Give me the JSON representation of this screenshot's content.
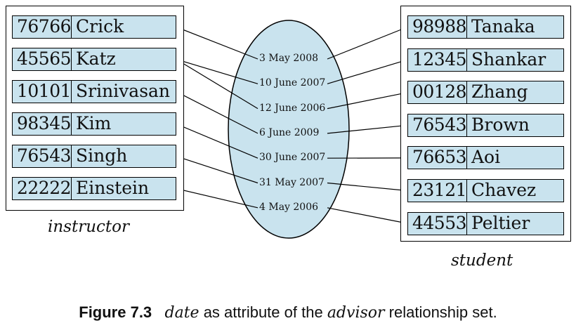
{
  "instructor": {
    "label": "instructor",
    "rows": [
      {
        "id": "76766",
        "name": "Crick"
      },
      {
        "id": "45565",
        "name": "Katz"
      },
      {
        "id": "10101",
        "name": "Srinivasan"
      },
      {
        "id": "98345",
        "name": "Kim"
      },
      {
        "id": "76543",
        "name": "Singh"
      },
      {
        "id": "22222",
        "name": "Einstein"
      }
    ]
  },
  "student": {
    "label": "student",
    "rows": [
      {
        "id": "98988",
        "name": "Tanaka"
      },
      {
        "id": "12345",
        "name": "Shankar"
      },
      {
        "id": "00128",
        "name": "Zhang"
      },
      {
        "id": "76543",
        "name": "Brown"
      },
      {
        "id": "76653",
        "name": "Aoi"
      },
      {
        "id": "23121",
        "name": "Chavez"
      },
      {
        "id": "44553",
        "name": "Peltier"
      }
    ]
  },
  "advisor": {
    "dates": [
      "3 May 2008",
      "10 June 2007",
      "12 June 2006",
      "6 June 2009",
      "30 June 2007",
      "31 May 2007",
      "4 May 2006"
    ],
    "links": [
      {
        "instructor": 0,
        "date": 0,
        "student": 0
      },
      {
        "instructor": 1,
        "date": 1,
        "student": 1
      },
      {
        "instructor": 1,
        "date": 2,
        "student": 2
      },
      {
        "instructor": 2,
        "date": 3,
        "student": 3
      },
      {
        "instructor": 3,
        "date": 4,
        "student": 4
      },
      {
        "instructor": 4,
        "date": 5,
        "student": 5
      },
      {
        "instructor": 5,
        "date": 6,
        "student": 6
      }
    ]
  },
  "colors": {
    "row_fill": "#c9e3ee",
    "ellipse_fill": "#c9e3ee",
    "stroke": "#000000"
  },
  "caption": {
    "figure": "Figure 7.3",
    "attr": "date",
    "text1": " as attribute of the ",
    "rel": "advisor",
    "text2": " relationship set."
  }
}
